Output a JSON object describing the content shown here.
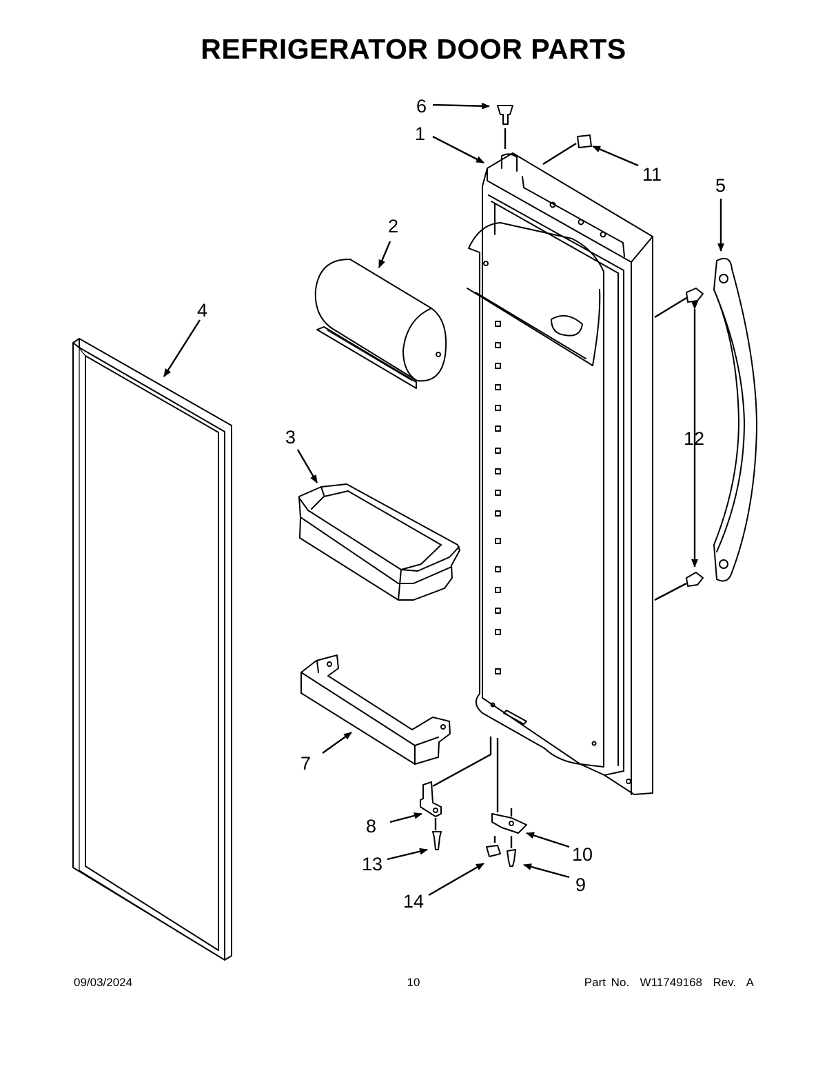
{
  "title": "REFRIGERATOR DOOR PARTS",
  "callouts": {
    "c1": "1",
    "c2": "2",
    "c3": "3",
    "c4": "4",
    "c5": "5",
    "c6": "6",
    "c7": "7",
    "c8": "8",
    "c9": "9",
    "c10": "10",
    "c11": "11",
    "c12": "12",
    "c13": "13",
    "c14": "14"
  },
  "footer": {
    "date": "09/03/2024",
    "page": "10",
    "part_info": "Part No.  W11749168  Rev.  A"
  }
}
